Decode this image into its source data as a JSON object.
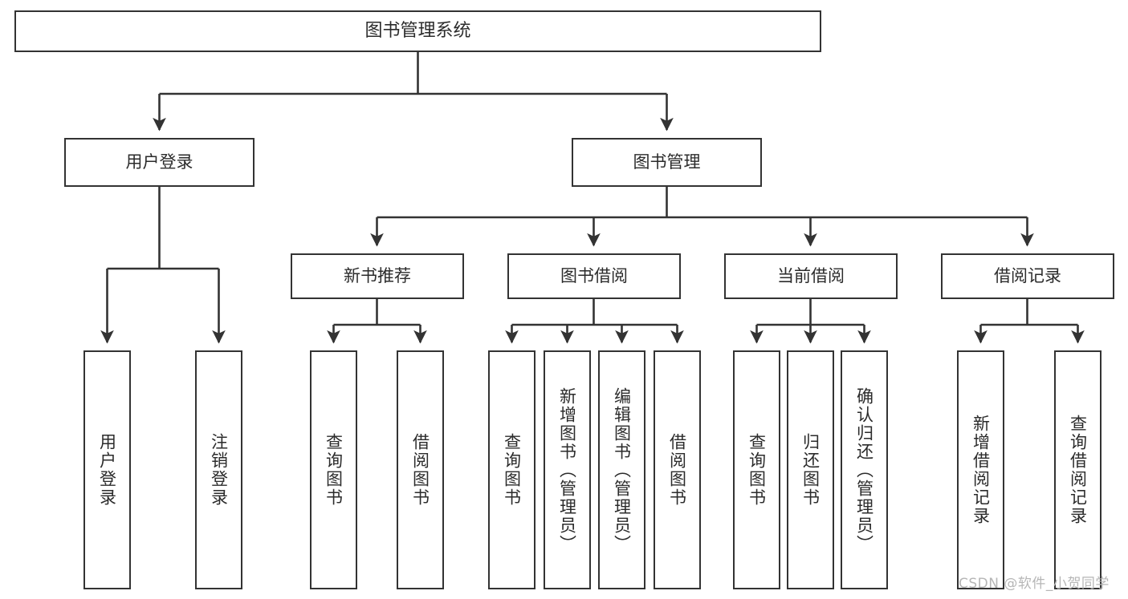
{
  "diagram": {
    "title": "图书管理系统",
    "type": "tree-structure-chart",
    "orientation": "top-down",
    "colors": {
      "box_border": "#333333",
      "box_fill": "#ffffff",
      "text": "#2b2b2b",
      "edge": "#333333",
      "watermark": "#b6b6b6"
    },
    "nodes": {
      "root": {
        "label": "图书管理系统"
      },
      "level1": [
        {
          "id": "user-login",
          "label": "用户登录"
        },
        {
          "id": "book-manage",
          "label": "图书管理"
        }
      ],
      "level2": [
        {
          "id": "new-book-recommend",
          "label": "新书推荐"
        },
        {
          "id": "book-borrow",
          "label": "图书借阅"
        },
        {
          "id": "current-borrow",
          "label": "当前借阅"
        },
        {
          "id": "borrow-record",
          "label": "借阅记录"
        }
      ],
      "leaves": {
        "user-login": [
          {
            "id": "leaf-user-login",
            "label": "用户登录"
          },
          {
            "id": "leaf-logout",
            "label": "注销登录"
          }
        ],
        "new-book-recommend": [
          {
            "id": "leaf-query-book-1",
            "label": "查询图书"
          },
          {
            "id": "leaf-borrow-book-1",
            "label": "借阅图书"
          }
        ],
        "book-borrow": [
          {
            "id": "leaf-query-book-2",
            "label": "查询图书"
          },
          {
            "id": "leaf-add-book",
            "label": "新增图书（管理员）"
          },
          {
            "id": "leaf-edit-book",
            "label": "编辑图书（管理员）"
          },
          {
            "id": "leaf-borrow-book-2",
            "label": "借阅图书"
          }
        ],
        "current-borrow": [
          {
            "id": "leaf-query-book-3",
            "label": "查询图书"
          },
          {
            "id": "leaf-return-book",
            "label": "归还图书"
          },
          {
            "id": "leaf-confirm-return",
            "label": "确认归还（管理员）"
          }
        ],
        "borrow-record": [
          {
            "id": "leaf-add-record",
            "label": "新增借阅记录"
          },
          {
            "id": "leaf-query-record",
            "label": "查询借阅记录"
          }
        ]
      }
    },
    "watermark": "CSDN @软件_小贺同学"
  }
}
